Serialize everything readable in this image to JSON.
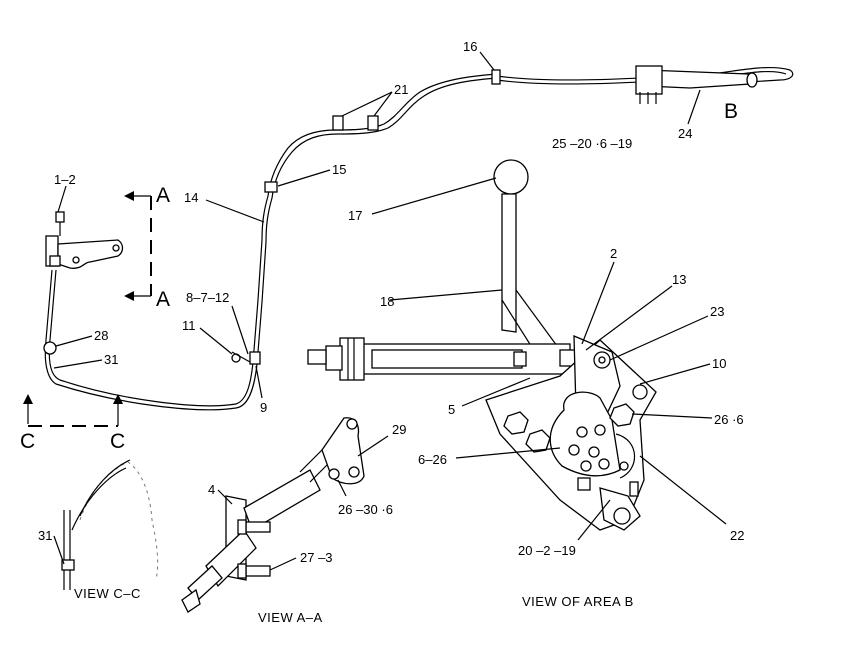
{
  "callouts": {
    "c16": "16",
    "c21": "21",
    "c25_20_6_19": "25 –20 ·6 –19",
    "c24": "24",
    "cB": "B",
    "c1_2": "1–2",
    "cA_top": "A",
    "cA_bottom": "A",
    "c15": "15",
    "c14": "14",
    "c17": "17",
    "c2": "2",
    "c13": "13",
    "c23": "23",
    "c18": "18",
    "c8_7_12": "8–7–12",
    "c11": "11",
    "c28": "28",
    "c31": "31",
    "c9": "9",
    "c10": "10",
    "c5": "5",
    "c26_6": "26 ·6",
    "c6_26": "6–26",
    "cC_left": "C",
    "cC_right": "C",
    "c29": "29",
    "c4": "4",
    "c26_30_6": "26 –30 ·6",
    "c22": "22",
    "c31_view": "31",
    "c27_3": "27 –3",
    "c20_2_19": "20 –2 –19"
  },
  "captions": {
    "view_cc": "VIEW C–C",
    "view_aa": "VIEW A–A",
    "view_area_b": "VIEW OF AREA B"
  }
}
